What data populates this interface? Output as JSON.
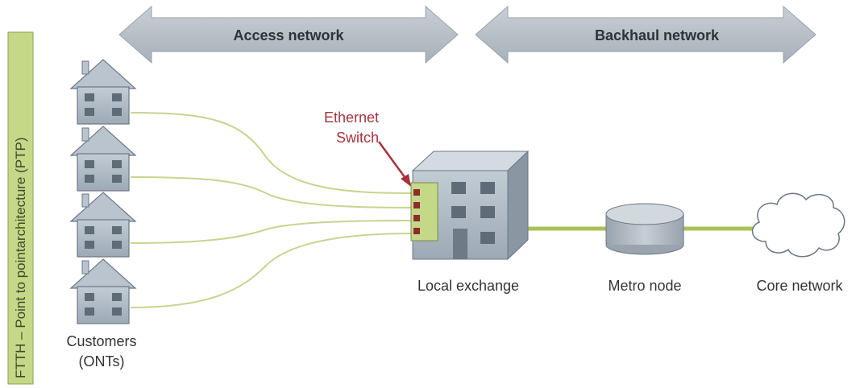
{
  "sidebar": {
    "label": "FTTH – Point to pointarchitecture (PTP)"
  },
  "arrows": {
    "access": "Access network",
    "backhaul": "Backhaul network"
  },
  "customers": {
    "line1": "Customers",
    "line2": "(ONTs)"
  },
  "switch": {
    "line1": "Ethernet",
    "line2": "Switch"
  },
  "nodes": {
    "local_exchange": "Local exchange",
    "metro_node": "Metro node",
    "core_network": "Core network"
  },
  "colors": {
    "arrow_fill": "#b5bdc5",
    "house_fill": "#aab7c4",
    "house_stroke": "#6b7785",
    "fiber_line": "#c6d590",
    "backhaul_line": "#a9c257",
    "switch_panel": "#c5d888",
    "switch_label": "#a6323c",
    "sidebar_fill": "#c5d888"
  }
}
